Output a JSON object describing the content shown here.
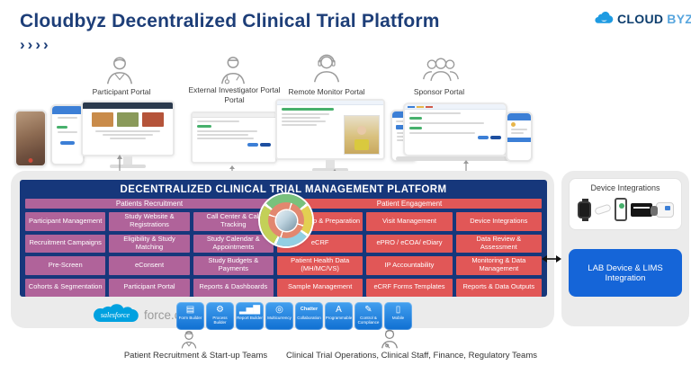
{
  "header": {
    "title": "Cloudbyz Decentralized Clinical Trial Platform",
    "chevrons": "››››",
    "logo": {
      "text_primary": "CLOUD",
      "text_secondary": "BYZ"
    }
  },
  "portals": [
    {
      "id": "participant",
      "label": "Participant Portal",
      "icon": "person-icon"
    },
    {
      "id": "external-investigator",
      "label": "External Investigator Portal Portal",
      "icon": "doctor-icon"
    },
    {
      "id": "remote-monitor",
      "label": "Remote Monitor Portal",
      "icon": "headset-person-icon"
    },
    {
      "id": "sponsor",
      "label": "Sponsor Portal",
      "icon": "people-group-icon"
    }
  ],
  "platform": {
    "title": "DECENTRALIZED CLINICAL TRIAL MANAGEMENT PLATFORM",
    "sections": [
      {
        "label": "Patients Recruitment",
        "color": "#b0639a",
        "items": [
          "Participant Management",
          "Study Website & Registrations",
          "Call Center & Call Tracking",
          "Recruitment Campaigns",
          "Eligibility & Study Matching",
          "Study Calendar & Appointments",
          "Pre-Screen",
          "eConsent",
          "Study Budgets & Payments",
          "Cohorts & Segmentation",
          "Participant Portal",
          "Reports & Dashboards"
        ]
      },
      {
        "label": "Patient Engagement",
        "color": "#e15757",
        "items": [
          "Study Setup & Preparation",
          "Visit Management",
          "Device Integrations",
          "eCRF",
          "ePRO / eCOA/ eDiary",
          "Data Review & Assessment",
          "Patient Health Data (MH/MC/VS)",
          "IP Accountability",
          "Monitoring & Data Management",
          "Sample Management",
          "eCRF Forms Templates",
          "Reports & Data Outputs"
        ]
      }
    ]
  },
  "salesforce": {
    "logo_text": "salesforce",
    "platform_text": "force.com",
    "tiles": [
      {
        "label": "Form Builder",
        "glyph": "▤",
        "icon": "form-builder-icon"
      },
      {
        "label": "Process Builder",
        "glyph": "⚙",
        "icon": "process-builder-icon"
      },
      {
        "label": "Report Builder",
        "glyph": "▂▅▇",
        "icon": "report-builder-icon"
      },
      {
        "label": "Multicurrency",
        "glyph": "◎",
        "icon": "multicurrency-icon"
      },
      {
        "label": "Collaboration",
        "glyph": "Chatter",
        "icon": "chatter-icon"
      },
      {
        "label": "Programmable",
        "glyph": "A",
        "icon": "programmable-icon"
      },
      {
        "label": "Control & Compliance",
        "glyph": "✎",
        "icon": "control-compliance-icon"
      },
      {
        "label": "Mobile",
        "glyph": "▯",
        "icon": "mobile-icon"
      }
    ]
  },
  "right_panel": {
    "device_card_title": "Device Integrations",
    "lab_box_label": "LAB Device & LIMS Integration"
  },
  "teams": [
    {
      "label": "Patient Recruitment & Start-up Teams",
      "icon": "recruitment-team-icon"
    },
    {
      "label": "Clinical Trial Operations, Clinical Staff, Finance, Regulatory Teams",
      "icon": "operations-team-icon"
    }
  ],
  "colors": {
    "title_text": "#1d3e78",
    "navy": "#16377b",
    "mauve": "#b0639a",
    "red": "#e15757",
    "container_gray": "#ebebeb",
    "salesforce_blue": "#00a1e0",
    "tile_blue": "#1677d9",
    "lab_blue": "#1565d8"
  }
}
